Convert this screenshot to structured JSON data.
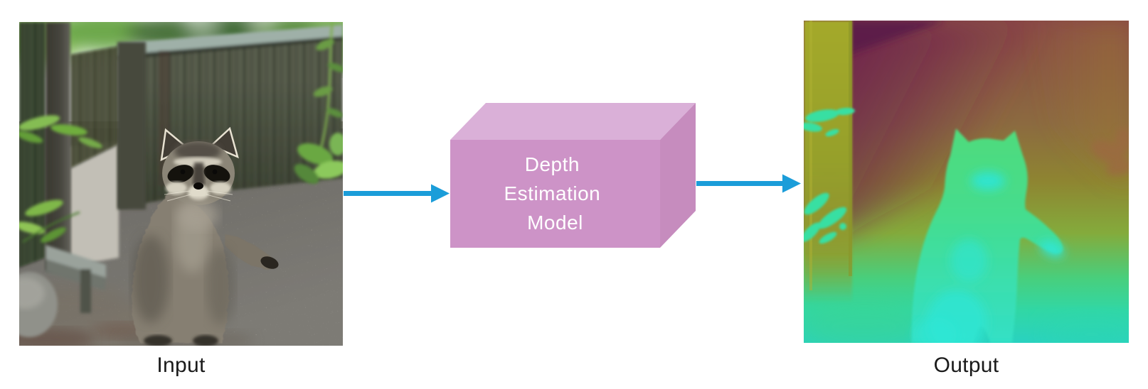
{
  "diagram": {
    "input": {
      "label": "Input"
    },
    "output": {
      "label": "Output"
    },
    "model": {
      "lines": [
        "Depth",
        "Estimation",
        "Model"
      ]
    },
    "colors": {
      "arrow": "#1b9dd9",
      "box_top": "#dab0d8",
      "box_front": "#cd93c7",
      "box_side": "#c68cbe",
      "model_text": "#ffffff",
      "caption_text": "#1a1a1a",
      "background": "#ffffff"
    }
  },
  "input_photo_palette": {
    "foliage": "#6da84c",
    "foliage_bright": "#8fc45e",
    "fence": "#545a49",
    "fence_dark": "#3d4336",
    "rail": "#9fb0a8",
    "post": "#46453e",
    "path": "#c2bfb6",
    "gravel": "#a49f97",
    "rock": "#90918a",
    "beam": "#9aa29b",
    "fur": "#867f72",
    "fur_dark": "#4e4a40",
    "fur_light": "#b8b2a3",
    "face_light": "#ddd8c8",
    "mask": "#14120d",
    "leaf_bright": "#85bd52"
  },
  "depth_map_palette": {
    "far_dark": "#5c1b49",
    "purple": "#6a1c4e",
    "maroon": "#8a4a45",
    "brown": "#8c6a40",
    "olive": "#8e8531",
    "yellow_green": "#84ab3c",
    "green": "#48cf7d",
    "teal": "#31d7a5",
    "cyan": "#29d2c0",
    "warm_corner": "#9a7537",
    "trunk_top": "#a4a92c",
    "trunk_low": "#96a02c",
    "leaf": "#38dfa2",
    "raccoon_top": "#50db7c",
    "raccoon_mid": "#45dd8e",
    "raccoon_low": "#3bdfae",
    "raccoon_bottom": "#33e0c6",
    "highlight": "#2ee6d6",
    "right_leaf": "#9d6742"
  }
}
